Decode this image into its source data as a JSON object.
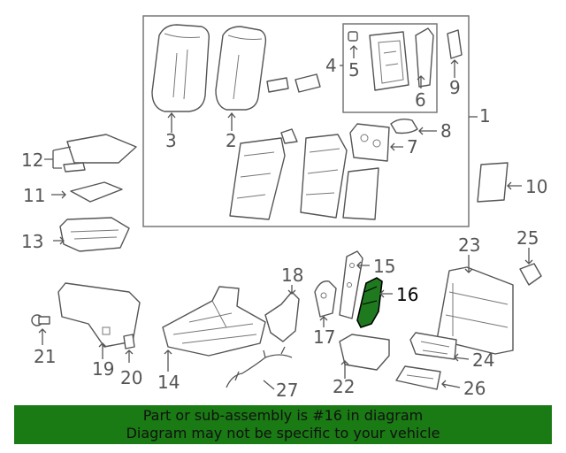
{
  "diagram": {
    "highlighted_part": "16",
    "labels": [
      "1",
      "2",
      "3",
      "4",
      "5",
      "6",
      "7",
      "8",
      "9",
      "10",
      "11",
      "12",
      "13",
      "14",
      "15",
      "16",
      "17",
      "18",
      "19",
      "20",
      "21",
      "22",
      "23",
      "24",
      "25",
      "26",
      "27"
    ],
    "colors": {
      "highlight": "#1f7a1f",
      "banner": "#1a7a14",
      "line": "#555555"
    }
  },
  "banner": {
    "line1": "Part or sub-assembly is #16 in diagram",
    "line2": "Diagram may not be specific to your vehicle"
  }
}
